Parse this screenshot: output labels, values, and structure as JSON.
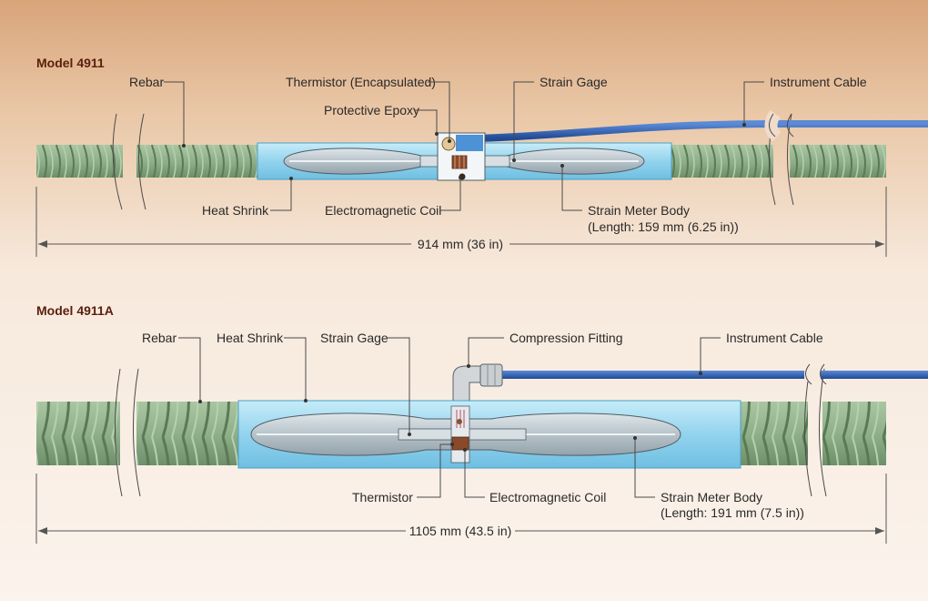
{
  "models": [
    {
      "title": "Model 4911",
      "labels": {
        "rebar": "Rebar",
        "thermistor": "Thermistor (Encapsulated)",
        "epoxy": "Protective Epoxy",
        "strain_gage": "Strain Gage",
        "cable": "Instrument Cable",
        "heat_shrink": "Heat Shrink",
        "coil": "Electromagnetic Coil",
        "body": "Strain Meter Body",
        "body_length": "(Length: 159 mm (6.25 in))"
      },
      "dimension": "914 mm (36 in)"
    },
    {
      "title": "Model 4911A",
      "labels": {
        "rebar": "Rebar",
        "heat_shrink": "Heat Shrink",
        "strain_gage": "Strain Gage",
        "fitting": "Compression Fitting",
        "cable": "Instrument Cable",
        "thermistor": "Thermistor",
        "coil": "Electromagnetic Coil",
        "body": "Strain Meter Body",
        "body_length": "(Length: 191 mm (7.5 in))"
      },
      "dimension": "1105 mm (43.5 in)"
    }
  ],
  "colors": {
    "rebar": "#8fb08a",
    "heat_shrink": "#9fd8ee",
    "meter_body": "#b9c4cc",
    "cable": "#2f62b3",
    "title": "#5a1f0c"
  }
}
